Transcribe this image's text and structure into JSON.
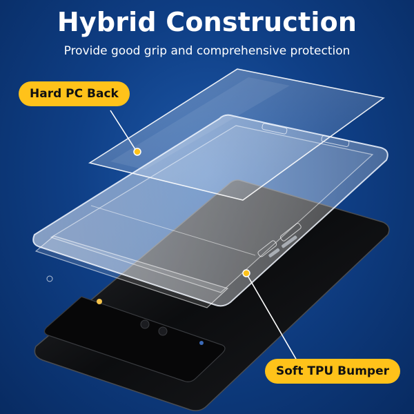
{
  "header": {
    "title": "Hybrid Construction",
    "subtitle": "Provide good grip and comprehensive protection"
  },
  "callouts": {
    "back_label": "Hard PC Back",
    "bumper_label": "Soft TPU Bumper"
  },
  "colors": {
    "background": "#0f3f86",
    "accent": "#ffc21a",
    "text": "#ffffff"
  }
}
